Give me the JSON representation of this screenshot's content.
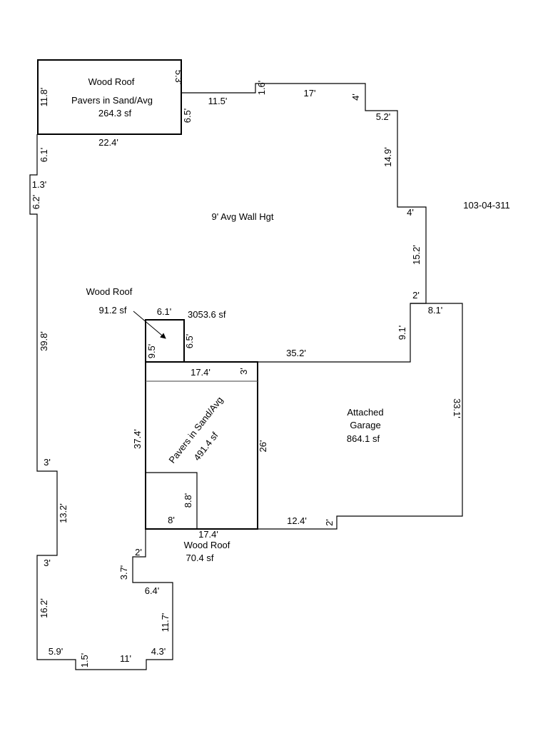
{
  "parcel_id": "103-04-311",
  "main": {
    "area_label": "3053.6 sf",
    "wall_height": "9' Avg Wall Hgt"
  },
  "garage": {
    "line1": "Attached",
    "line2": "Garage",
    "area": "864.1 sf"
  },
  "porch_top": {
    "roof": "Wood Roof",
    "material": "Pavers in Sand/Avg",
    "area": "264.3 sf"
  },
  "patio": {
    "material": "Pavers in Sand/Avg",
    "area": "491.4 sf"
  },
  "wood_roof_1": {
    "label": "Wood Roof",
    "area": "91.2 sf"
  },
  "wood_roof_2": {
    "label": "Wood Roof",
    "area": "70.4 sf"
  },
  "dims": {
    "top_left_h": "11.8'",
    "top_right_v": "5.3'",
    "top_right_low": "6.5'",
    "top_bottom": "22.4'",
    "top_edge": "11.5'",
    "step_16": "1.6'",
    "edge_17": "17'",
    "edge_4a": "4'",
    "edge_52": "5.2'",
    "edge_149": "14.9'",
    "edge_4b": "4'",
    "edge_152": "15.2'",
    "edge_2a": "2'",
    "edge_81": "8.1'",
    "edge_331": "33.1'",
    "edge_91": "9.1'",
    "edge_352": "35.2'",
    "edge_2b": "2'",
    "edge_124": "12.4'",
    "edge_26": "26'",
    "edge_174a": "17.4'",
    "edge_3a": "3'",
    "edge_65b": "6.5'",
    "edge_61b": "6.1'",
    "edge_95": "9.5'",
    "edge_374": "37.4'",
    "edge_88": "8.8'",
    "edge_8": "8'",
    "edge_174b": "17.4'",
    "left_61": "6.1'",
    "left_13": "1.3'",
    "left_62": "6.2'",
    "left_398": "39.8'",
    "left_3a": "3'",
    "left_132": "13.2'",
    "left_3b": "3'",
    "left_162": "16.2'",
    "bot_59": "5.9'",
    "bot_15": "1.5'",
    "bot_11": "11'",
    "bot_43": "4.3'",
    "bot_117": "11.7'",
    "bot_64": "6.4'",
    "bot_37": "3.7'",
    "bot_2": "2'"
  }
}
